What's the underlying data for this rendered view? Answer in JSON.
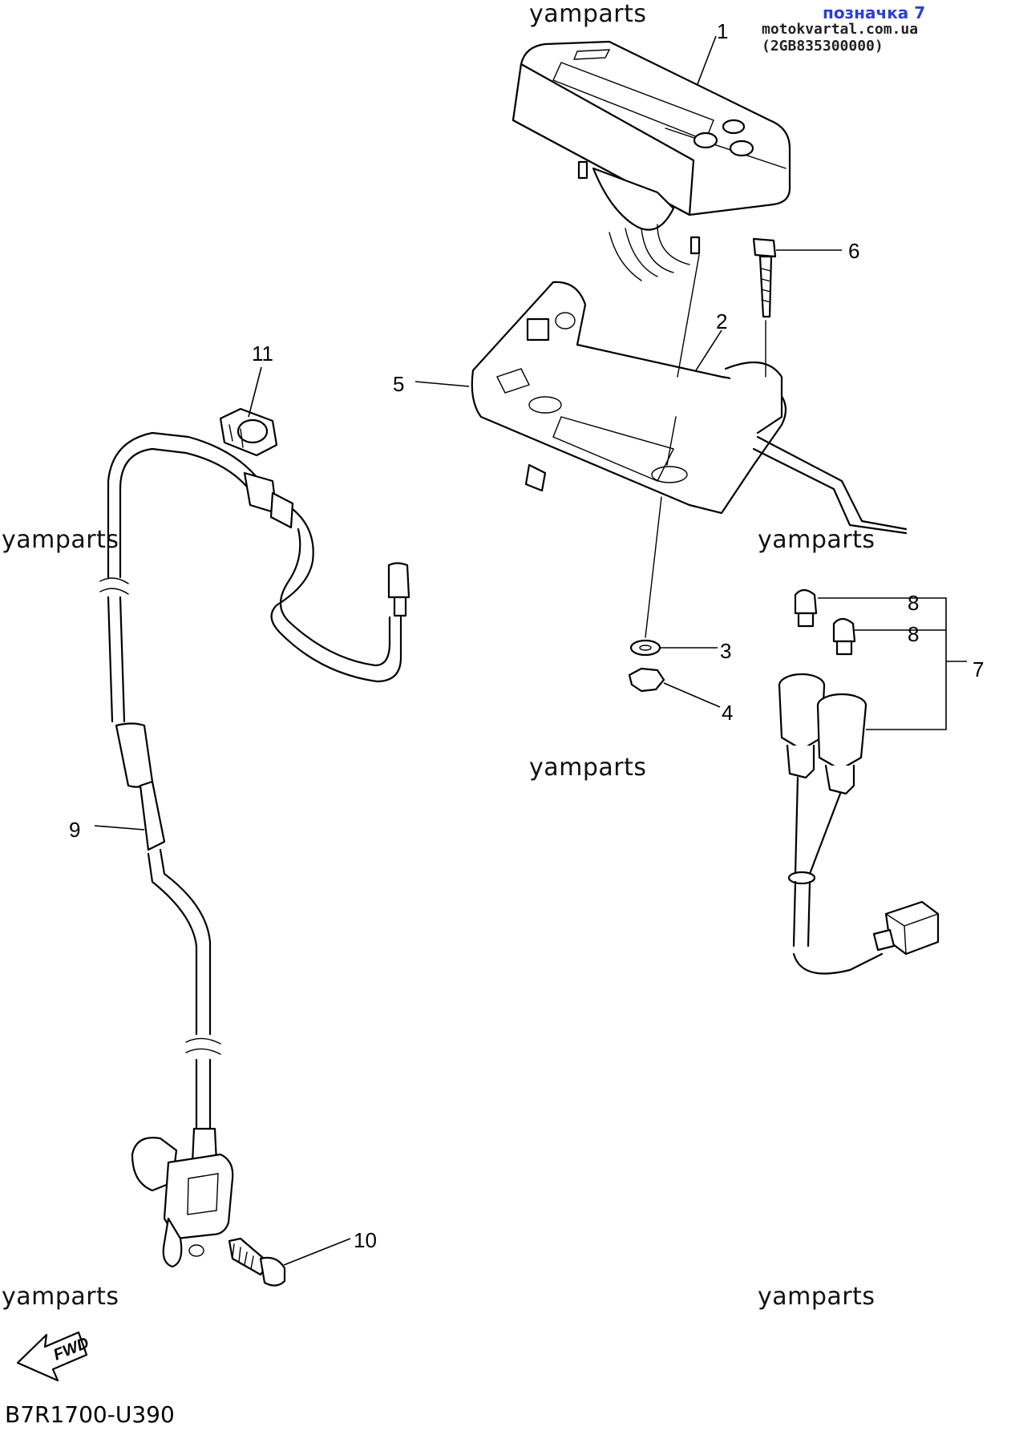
{
  "header": {
    "mark": "позначка 7",
    "site": "motokvartal.com.ua (2GB835300000)"
  },
  "watermarks": [
    "yamparts",
    "yamparts",
    "yamparts",
    "yamparts",
    "yamparts",
    "yamparts"
  ],
  "callouts": {
    "c1": "1",
    "c2": "2",
    "c3": "3",
    "c4": "4",
    "c5": "5",
    "c6": "6",
    "c7": "7",
    "c8a": "8",
    "c8b": "8",
    "c9": "9",
    "c10": "10",
    "c11": "11"
  },
  "fwd_label": "FWD",
  "diagram_code": "B7R1700-U390"
}
